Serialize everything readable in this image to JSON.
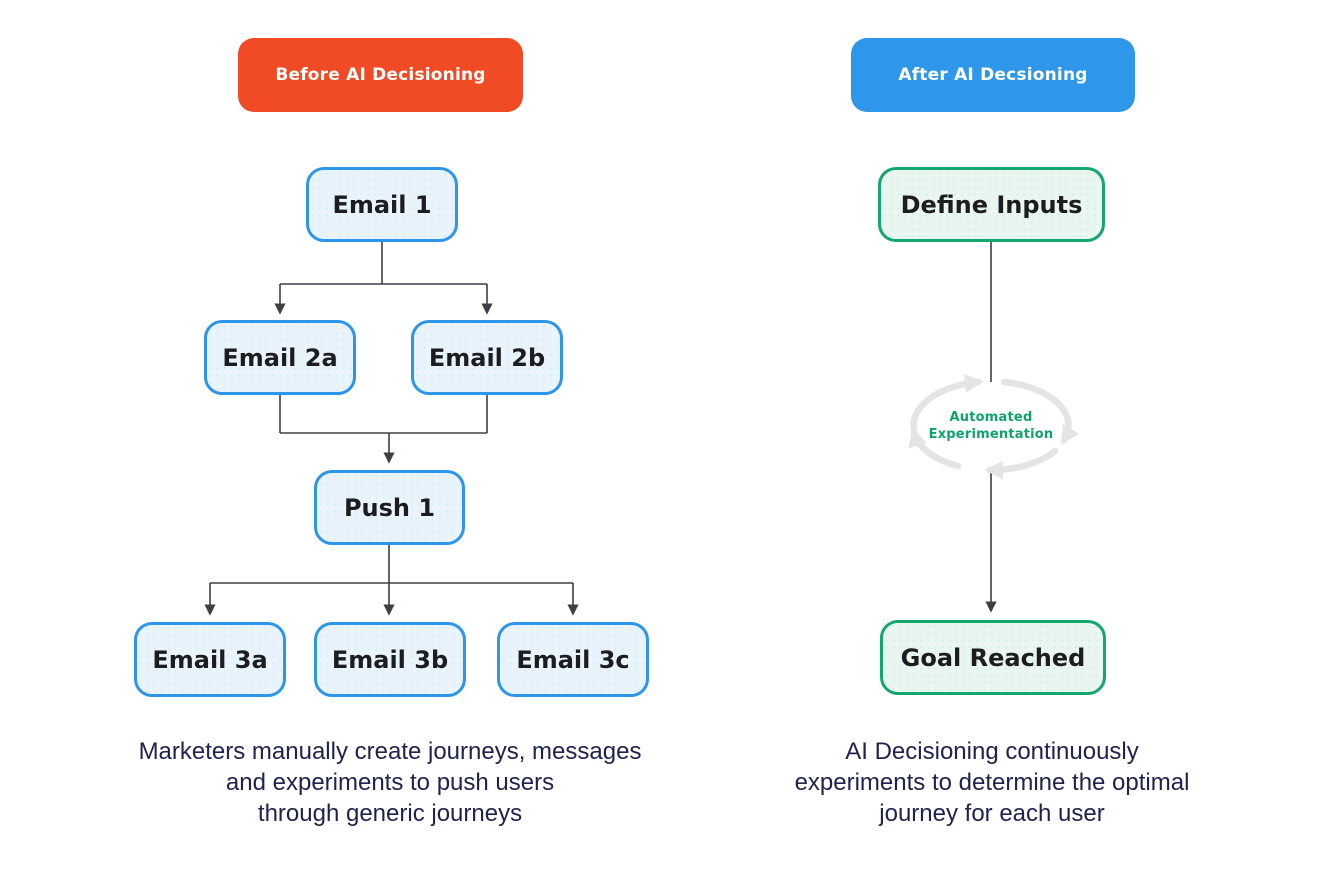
{
  "left_panel": {
    "badge": {
      "label": "Before AI Decisioning",
      "bg_color": "#F04B25",
      "text_color": "#FFFFFF"
    },
    "node_style": {
      "border_color": "#2E96EA",
      "fill_color": "#EAF4FD",
      "text_color": "#1D1D1F"
    },
    "nodes": {
      "email1": "Email 1",
      "email2a": "Email 2a",
      "email2b": "Email 2b",
      "push1": "Push 1",
      "email3a": "Email 3a",
      "email3b": "Email 3b",
      "email3c": "Email 3c"
    },
    "caption_lines": [
      "Marketers manually create journeys, messages",
      "and experiments to push users",
      "through generic journeys"
    ]
  },
  "right_panel": {
    "badge": {
      "label": "After AI Decsioning",
      "bg_color": "#2F97EA",
      "text_color": "#FFFFFF"
    },
    "node_style": {
      "border_color": "#14A66F",
      "fill_color": "#EAF6F0",
      "text_color": "#1D1D1F"
    },
    "nodes": {
      "define_inputs": "Define Inputs",
      "goal_reached": "Goal Reached"
    },
    "loop": {
      "line1": "Automated",
      "line2": "Experimentation",
      "text_color": "#0FA26B",
      "arrow_color": "#E4E4E4"
    },
    "caption_lines": [
      "AI Decisioning continuously",
      "experiments to determine the optimal",
      "journey for each user"
    ]
  },
  "connector_color": "#3C4043",
  "caption_color": "#20234F"
}
